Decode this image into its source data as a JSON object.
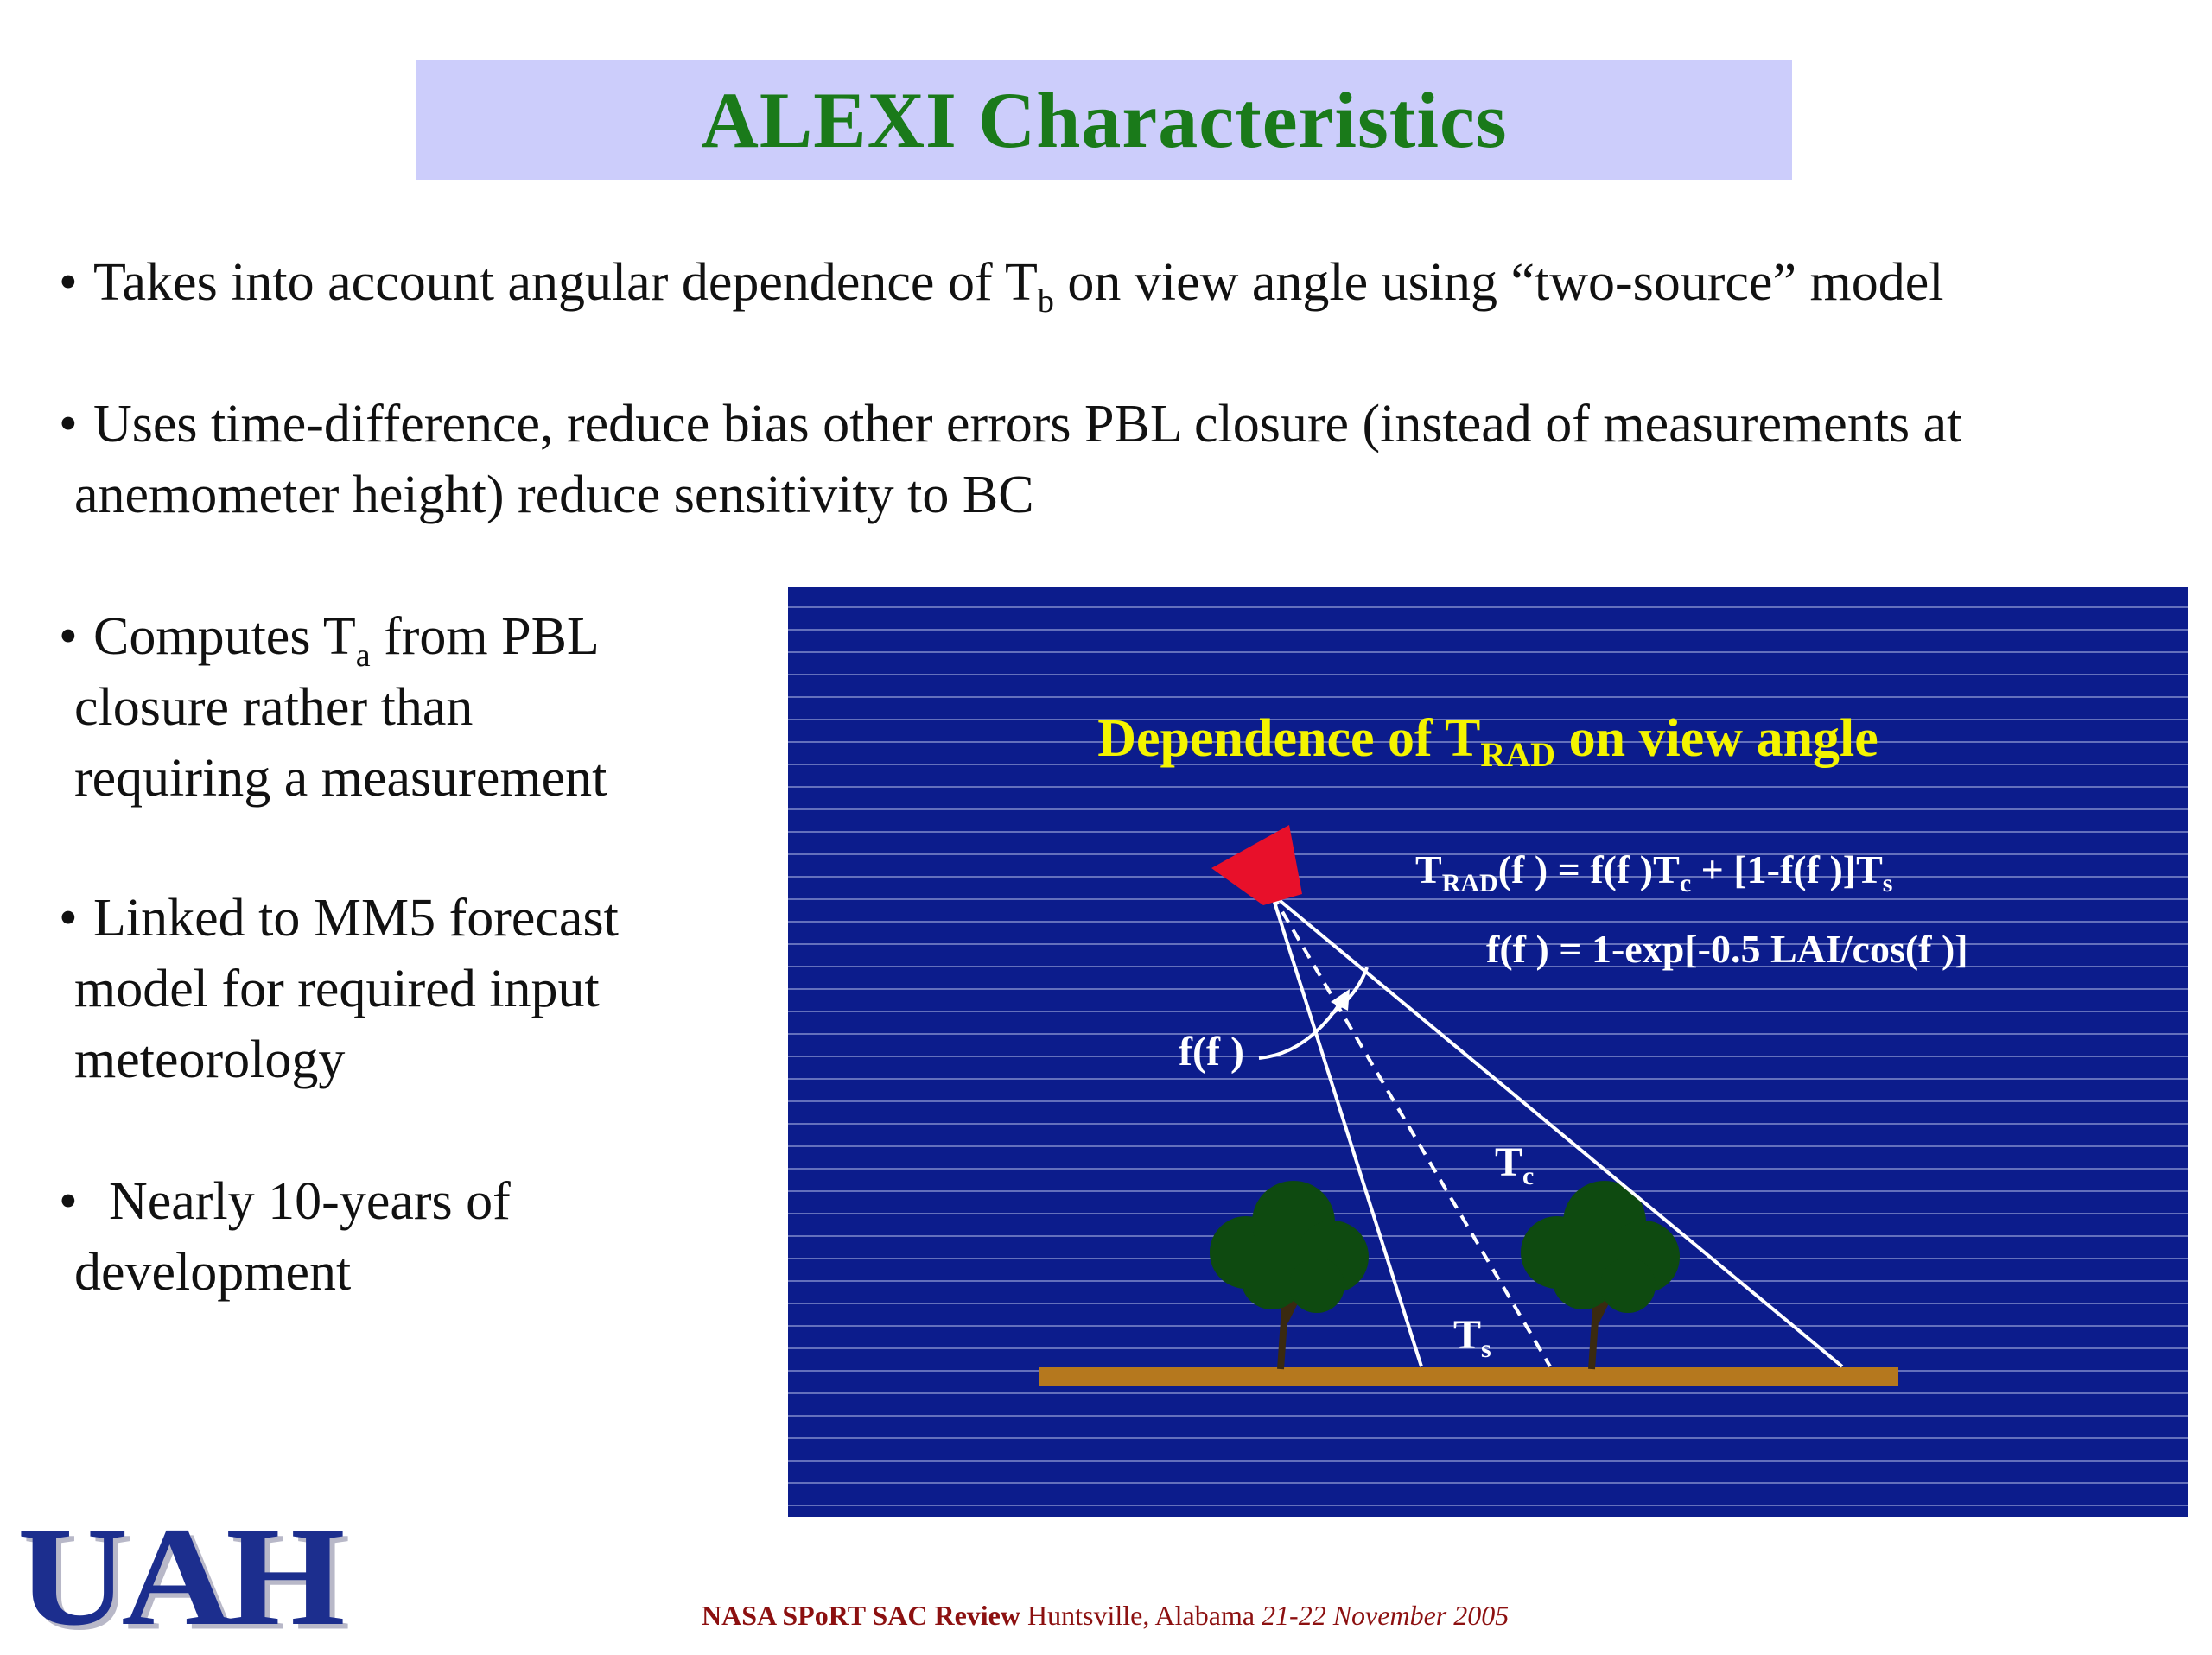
{
  "title": "ALEXI Characteristics",
  "bullets": {
    "b1": {
      "pre": "Takes into account angular dependence of T",
      "sub": "b",
      "post": " on view angle using “two-source” model"
    },
    "b2": {
      "line1": "Uses time-difference, reduce bias other errors PBL closure (instead of measurements at",
      "line2": "anemometer height) reduce sensitivity to BC"
    },
    "b3": {
      "pre": "Computes T",
      "sub": "a",
      "post": " from PBL",
      "line2": "closure rather than",
      "line3": "requiring a measurement"
    },
    "b4": {
      "line1": "Linked to MM5 forecast",
      "line2": "model for required input",
      "line3": "meteorology"
    },
    "b5": {
      "line1": "Nearly 10-years of",
      "line2": "development"
    }
  },
  "bullet_glyph": "•",
  "figure": {
    "title_pre": "Dependence of T",
    "title_sub": "RAD",
    "title_post": " on view angle",
    "eq1": {
      "t1": "T",
      "s1": "RAD",
      "t2": "(f ) = f(f )T",
      "s2": "c",
      "t3": " + [1-f(f )]T",
      "s3": "s"
    },
    "eq2": "f(f ) = 1-exp[-0.5 LAI/cos(f )]",
    "angle_label": "f(f )",
    "tc": {
      "t": "T",
      "s": "c"
    },
    "ts": {
      "t": "T",
      "s": "s"
    },
    "colors": {
      "background": "#0c1c8c",
      "title": "#f4f400",
      "sensor": "#e8102a",
      "ground": "#b5781e",
      "foliage": "#0e4a10"
    }
  },
  "logo": "UAH",
  "footer": {
    "bold": "NASA SPoRT SAC Review",
    "place": " Huntsville, Alabama ",
    "dates": "21-22 November 2005"
  }
}
